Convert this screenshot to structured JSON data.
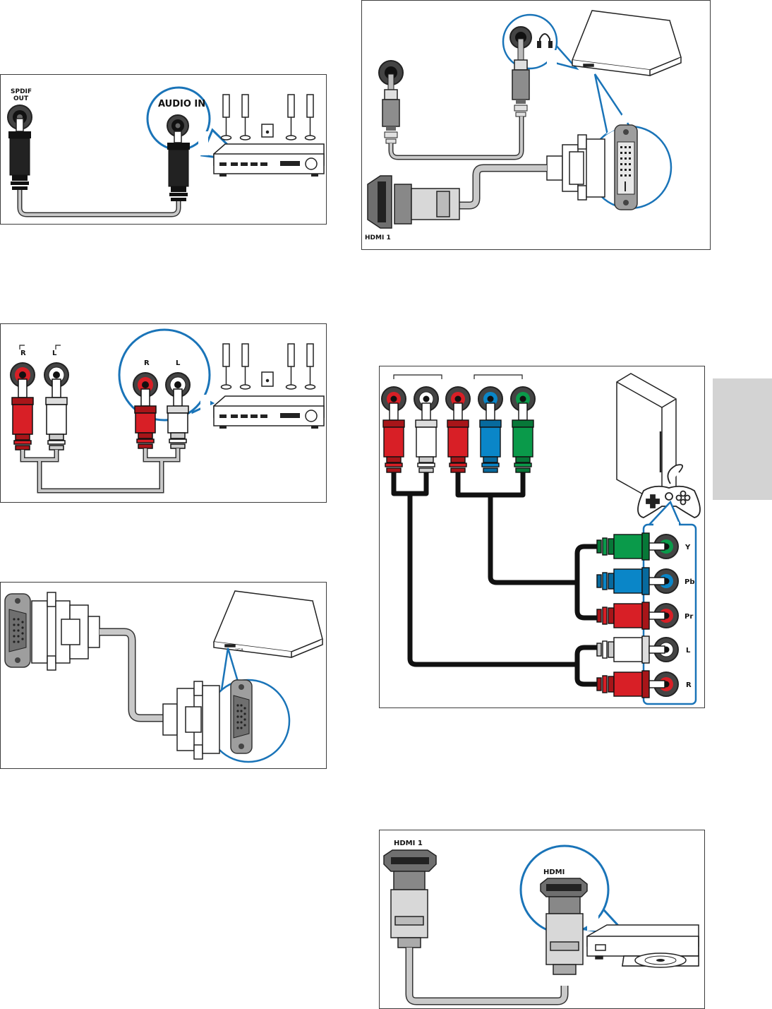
{
  "panels": {
    "spdif": {
      "left_label_1": "SPDIF",
      "left_label_2": "OUT",
      "right_label": "AUDIO IN"
    },
    "analog": {
      "left_r": "R",
      "left_l": "L",
      "right_r": "R",
      "right_l": "L"
    },
    "vga": {
      "laptop_port": "VGA"
    },
    "dvi": {
      "hdmi_label": "HDMI 1"
    },
    "component": {
      "jacks": [
        "Y",
        "Pb",
        "Pr",
        "L",
        "R"
      ]
    },
    "hdmi": {
      "tv_label": "HDMI 1",
      "device_label": "HDMI"
    }
  },
  "colors": {
    "red": "#d81f26",
    "white": "#ffffff",
    "green": "#0a9a4a",
    "blue": "#0a86c8",
    "callout": "#1a74b8",
    "cable_gray": "#c9c9c9",
    "cable_black": "#111111"
  }
}
